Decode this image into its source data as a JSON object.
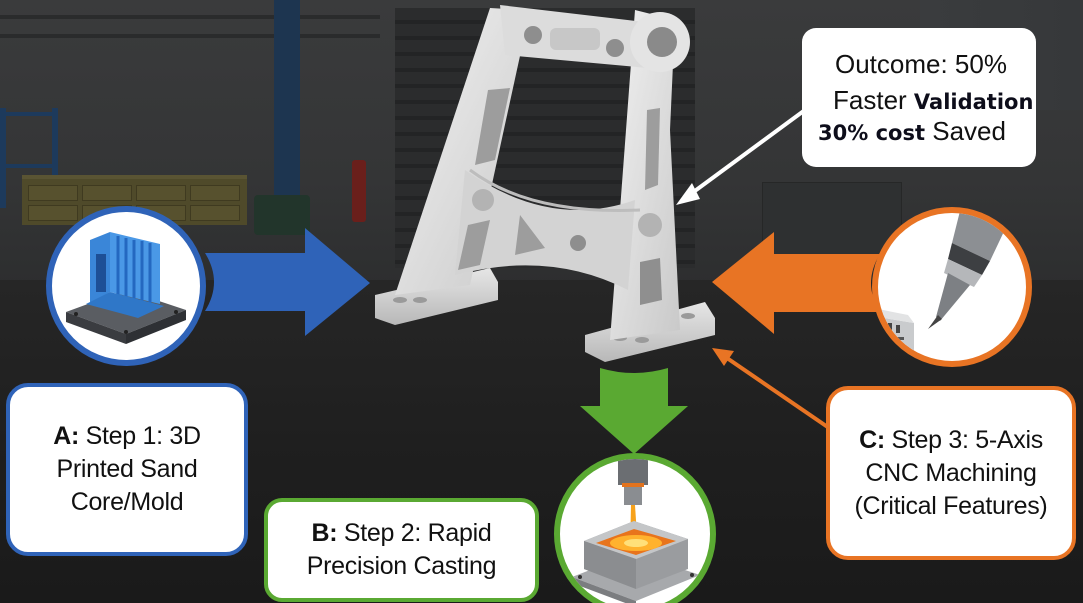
{
  "diagram": {
    "type": "process-flow",
    "subject": "white-machined-bracket",
    "colors": {
      "step_a": "#2f63b8",
      "step_b": "#5aa932",
      "step_c": "#e87424",
      "outcome_arrow": "#ffffff",
      "label_background": "#ffffff",
      "text": "#111111"
    }
  },
  "outcome": {
    "line1": "Outcome: 50%",
    "line2_regular": "Faster ",
    "line2_bold": "Validation",
    "line3_bold": "30% cost",
    "line3_regular": " Saved"
  },
  "steps": [
    {
      "id": "A",
      "prefix": "A:",
      "line1": " Step 1: 3D",
      "line2": "Printed Sand",
      "line3": "Core/Mold",
      "icon": "blue-3d-printed-sand-core-icon",
      "arrow_direction": "right"
    },
    {
      "id": "B",
      "prefix": "B:",
      "line1": " Step 2: Rapid",
      "line2": "Precision Casting",
      "icon": "molten-metal-casting-icon",
      "arrow_direction": "down"
    },
    {
      "id": "C",
      "prefix": "C:",
      "line1": " Step 3: 5-Axis",
      "line2": "CNC Machining",
      "line3": "(Critical Features)",
      "icon": "cnc-spindle-tool-icon",
      "arrow_direction": "left"
    }
  ]
}
